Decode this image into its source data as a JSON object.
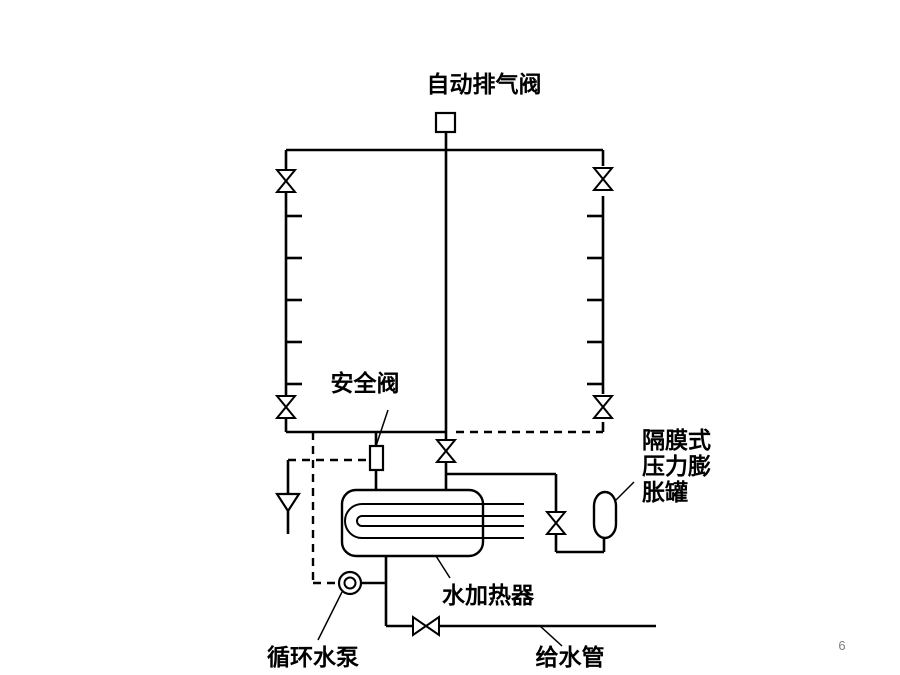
{
  "labels": {
    "air_valve": "自动排气阀",
    "safety_valve": "安全阀",
    "expansion_tank_line1": "隔膜式",
    "expansion_tank_line2": "压力膨",
    "expansion_tank_line3": "胀罐",
    "water_heater": "水加热器",
    "circulation_pump": "循环水泵",
    "supply_pipe": "给水管"
  },
  "page_number": "6"
}
